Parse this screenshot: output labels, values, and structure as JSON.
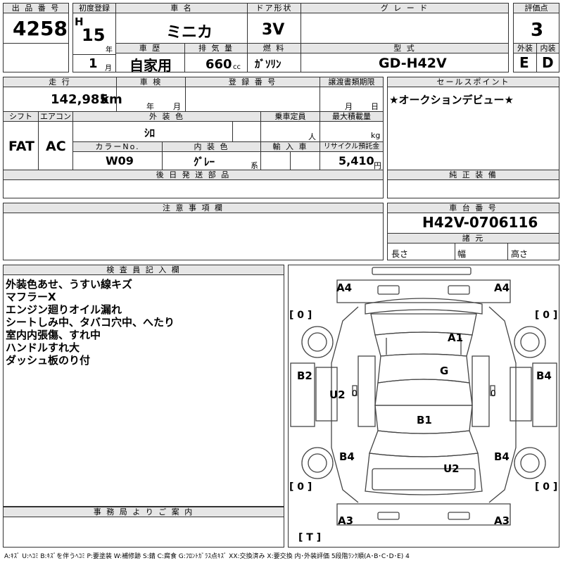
{
  "header": {
    "lot_number_label": "出 品 番 号",
    "lot_number": "4258",
    "first_reg_label": "初度登録",
    "era": "H",
    "year": "15",
    "year_unit": "年",
    "month": "1",
    "month_unit": "月",
    "car_name_label": "車 名",
    "car_name": "ミニカ",
    "door_label": "ドア形状",
    "door": "3V",
    "grade_label": "グ レ ー ド",
    "grade": "",
    "score_label": "評価点",
    "score": "3",
    "history_label": "車 歴",
    "history": "自家用",
    "displacement_label": "排 気 量",
    "displacement": "660",
    "displacement_unit": "cc",
    "fuel_label": "燃 料",
    "fuel": "ｶﾞｿﾘﾝ",
    "model_label": "型 式",
    "model": "GD-H42V",
    "exterior_label": "外装",
    "exterior": "E",
    "interior_label": "内装",
    "interior": "D"
  },
  "details": {
    "mileage_label": "走 行",
    "mileage": "142,985",
    "mileage_unit": "km",
    "inspection_label": "車 検",
    "year_unit": "年",
    "month_unit": "月",
    "reg_number_label": "登 録 番 号",
    "transfer_label": "譲渡書類期限",
    "transfer_month_unit": "月",
    "transfer_day_unit": "日",
    "shift_label": "シフト",
    "shift": "FAT",
    "ac_label": "エアコン",
    "ac": "AC",
    "ext_color_label": "外 装 色",
    "ext_color": "ｼﾛ",
    "capacity_label": "乗車定員",
    "capacity_unit": "人",
    "load_label": "最大積載量",
    "load_unit": "kg",
    "color_no_label": "カラーNo.",
    "color_no": "W09",
    "int_color_label": "内 装 色",
    "int_color": "ｸﾞﾚｰ",
    "int_color_suffix": "系",
    "import_label": "輸 入 車",
    "recycle_label": "リサイクル預託金",
    "recycle": "5,410",
    "recycle_unit": "円",
    "later_parts_label": "後 日 発 送 部 品"
  },
  "sales": {
    "label": "セールスポイント",
    "text": "★オークションデビュー★",
    "genuine_label": "純 正 装 備"
  },
  "notes": {
    "label": "注 意 事 項 欄"
  },
  "chassis": {
    "label": "車 台 番 号",
    "number": "H42V-0706116",
    "spec_label": "諸 元",
    "length_label": "長さ",
    "width_label": "幅",
    "height_label": "高さ"
  },
  "inspector": {
    "label": "検 査 員 記 入 欄",
    "lines": [
      "外装色あせ、うすい線キズ",
      "マフラーX",
      "エンジン廻りオイル漏れ",
      "シートしみ中、タバコ穴中、へたり",
      "室内内張傷、すれ中",
      "ハンドルすれ大",
      "ダッシュ板のり付"
    ]
  },
  "office": {
    "label": "事 務 局 よ り ご 案 内"
  },
  "diagram": {
    "marks": {
      "a4_left": "A4",
      "a4_right": "A4",
      "a1": "A1",
      "g": "G",
      "b2": "B2",
      "b4_right_top": "B4",
      "u2_left": "U2",
      "b1": "B1",
      "b4_left": "B4",
      "b4_right": "B4",
      "u2_bottom": "U2",
      "a3_left": "A3",
      "a3_right": "A3"
    },
    "tires": {
      "front_left": "0",
      "front_right": "0",
      "rear_left": "0",
      "rear_right": "0",
      "spare": "T"
    },
    "side_left_0": "0",
    "side_right_0": "0"
  },
  "legend": "A:ｷｽﾞ U:ﾍｺﾐ B:ｷｽﾞを伴うﾍｺﾐ P:要塗装 W:補修跡 S:錆 C:腐食 G:ﾌﾛﾝﾄｶﾞﾗｽ点ｷｽﾞ XX:交換済み X:要交換 内･外装評価 5段階ﾗﾝｸ順(A･B･C･D･E) 4"
}
